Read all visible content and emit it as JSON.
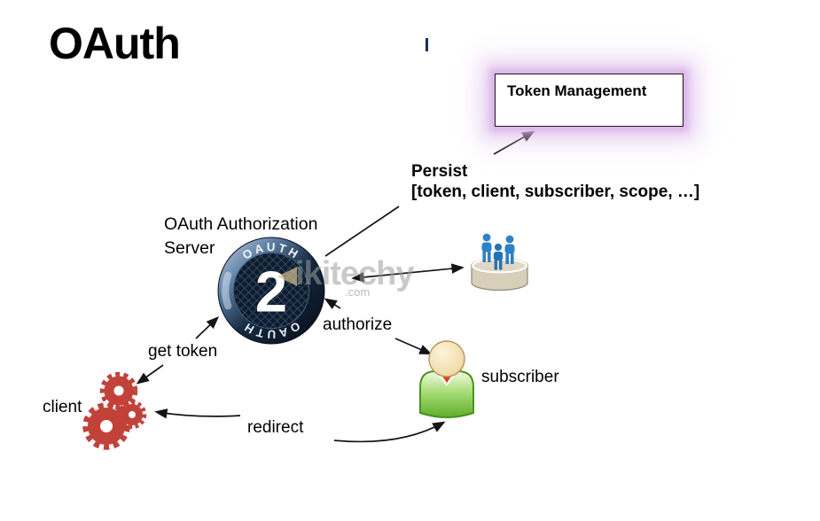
{
  "page": {
    "title": "OAuth"
  },
  "token_management": {
    "label": "Token Management"
  },
  "persist": {
    "line1": "Persist",
    "line2": "[token, client, subscriber, scope, …]"
  },
  "auth_server": {
    "line1": "OAuth Authorization",
    "line2": "Server"
  },
  "badge": {
    "arc_top": "OAUTH",
    "arc_bottom": "OAUTH",
    "number": "2"
  },
  "labels": {
    "get_token": "get token",
    "authorize": "authorize",
    "client": "client",
    "redirect": "redirect",
    "subscriber": "subscriber"
  },
  "watermark": {
    "name": "ikitechy",
    "domain": ".com"
  },
  "colors": {
    "glow_purple": "#ddb8ea",
    "gear_red": "#c2423a",
    "people_blue": "#2e81c4",
    "subscriber_green": "#7dc84e",
    "database_beige": "#d8cfba",
    "badge_navy": "#0d1b2d"
  }
}
